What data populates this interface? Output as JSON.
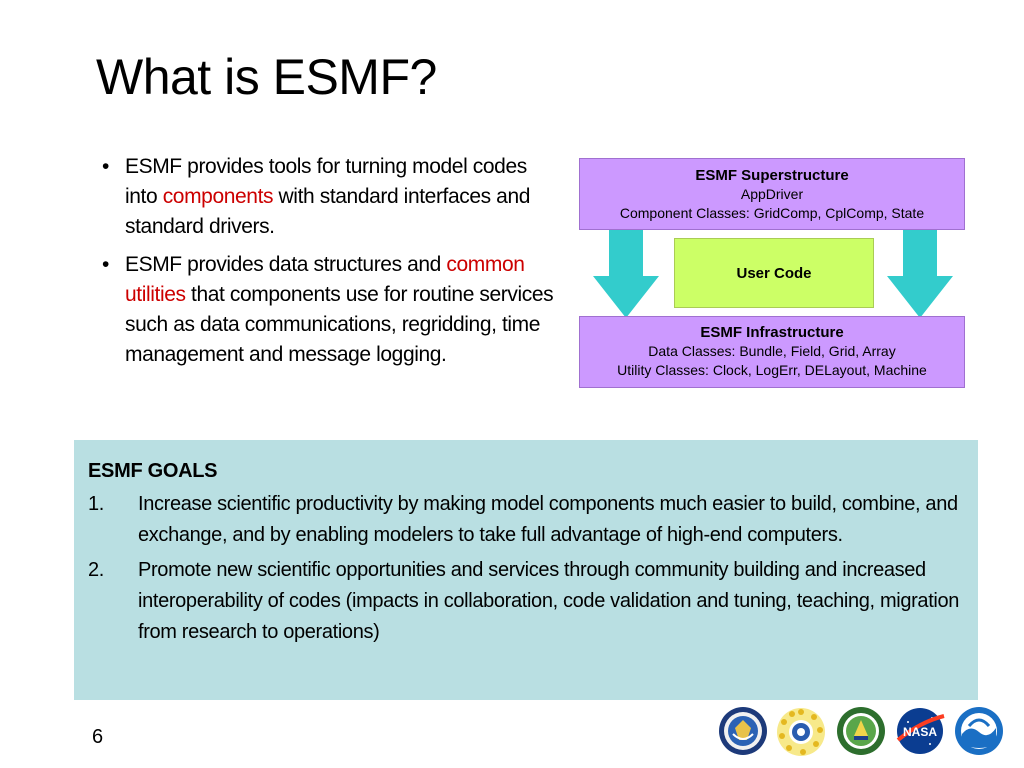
{
  "slide": {
    "title": "What is ESMF?",
    "page_number": "6"
  },
  "bullets": [
    {
      "before": "ESMF provides tools for turning model codes into ",
      "highlight": "components",
      "after": " with standard interfaces and standard drivers."
    },
    {
      "before": "ESMF provides data structures and ",
      "highlight": "common utilities",
      "after": " that components use for routine services such as data communications, regridding, time management and message logging."
    }
  ],
  "diagram": {
    "superstructure": {
      "title": "ESMF Superstructure",
      "line1": "AppDriver",
      "line2": "Component Classes:  GridComp, CplComp, State"
    },
    "user_code": "User Code",
    "infrastructure": {
      "title": "ESMF Infrastructure",
      "line1": "Data Classes:  Bundle, Field, Grid, Array",
      "line2": "Utility Classes:  Clock, LogErr, DELayout, Machine"
    }
  },
  "goals": {
    "heading": "ESMF GOALS",
    "items": [
      {
        "num": "1.",
        "text": "Increase scientific productivity by making model components much easier to build, combine, and exchange, and by enabling modelers to take full advantage of high-end computers."
      },
      {
        "num": "2.",
        "text": "Promote new scientific opportunities and services through community building and increased interoperability of codes (impacts in collaboration, code validation and tuning, teaching, migration from research to operations)"
      }
    ]
  },
  "colors": {
    "highlight": "#cc0000",
    "box_purple": "#cc99ff",
    "box_green": "#ccff66",
    "arrow_teal": "#33cccc",
    "goals_bg": "#b9dfe2"
  },
  "logos": {
    "items": [
      "dod-seal-icon",
      "nsf-logo-icon",
      "doe-seal-icon",
      "nasa-logo-icon",
      "noaa-logo-icon"
    ]
  }
}
